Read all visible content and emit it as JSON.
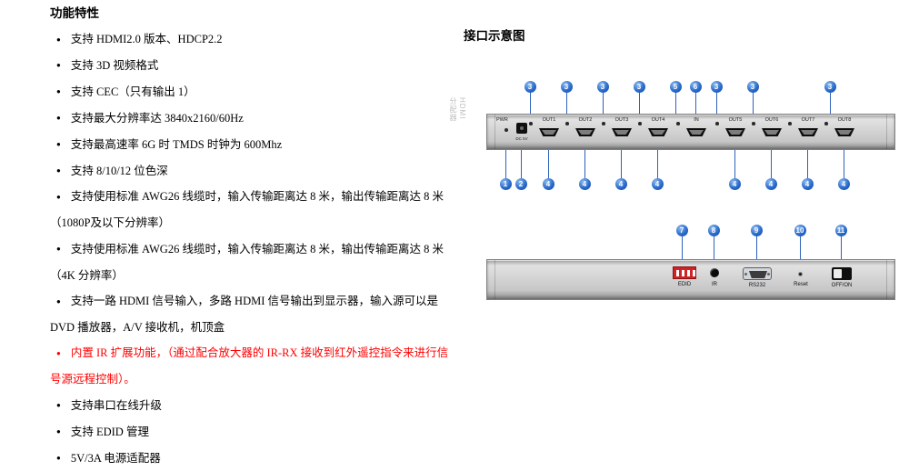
{
  "features": {
    "title": "功能特性",
    "items": [
      {
        "text": "支持 HDMI2.0 版本、HDCP2.2",
        "red": false
      },
      {
        "text": "支持 3D 视频格式",
        "red": false
      },
      {
        "text": "支持 CEC（只有输出 1）",
        "red": false
      },
      {
        "text": "支持最大分辨率达 3840x2160/60Hz",
        "red": false
      },
      {
        "text": "支持最高速率 6G 时 TMDS 时钟为 600Mhz",
        "red": false
      },
      {
        "text": "支持 8/10/12 位色深",
        "red": false
      },
      {
        "text": "支持使用标准 AWG26 线缆时，输入传输距离达 8 米，输出传输距离达 8 米（1080P及以下分辨率）",
        "red": false
      },
      {
        "text": "支持使用标准 AWG26 线缆时，输入传输距离达 8 米，输出传输距离达 8 米（4K 分辨率）",
        "red": false
      },
      {
        "text": "支持一路 HDMI 信号输入，多路 HDMI 信号输出到显示器，输入源可以是 DVD 播放器，A/V 接收机，机顶盒",
        "red": false
      },
      {
        "text": "内置 IR 扩展功能，（通过配合放大器的 IR-RX 接收到红外遥控指令来进行信号源远程控制）。",
        "red": true
      },
      {
        "text": "支持串口在线升级",
        "red": false
      },
      {
        "text": "支持 EDID 管理",
        "red": false
      },
      {
        "text": "5V/3A 电源适配器",
        "red": false
      }
    ]
  },
  "diagram": {
    "title": "接口示意图",
    "watermark": "HDMI分配器",
    "callout_color": "#1a5bbd",
    "rear_panel": {
      "pwr_label": "PWR",
      "dc_label": "DC 5V",
      "ports": [
        "OUT1",
        "OUT2",
        "OUT3",
        "OUT4",
        "IN",
        "OUT5",
        "OUT6",
        "OUT7",
        "OUT8"
      ],
      "top_callouts": [
        "3",
        "3",
        "3",
        "3",
        "5",
        "6",
        "3",
        "3",
        "3"
      ],
      "bottom_callouts": [
        "1",
        "2",
        "4",
        "4",
        "4",
        "4",
        "4",
        "4",
        "4",
        "4"
      ]
    },
    "front_panel": {
      "edid_label": "EDID",
      "ir_label": "IR",
      "rs232_label": "RS232",
      "reset_label": "Reset",
      "power_label": "OFF/ON",
      "callouts": [
        "7",
        "8",
        "9",
        "10",
        "11"
      ]
    }
  }
}
